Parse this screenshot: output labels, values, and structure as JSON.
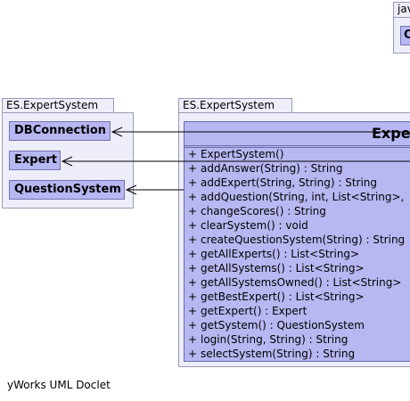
{
  "top_package": {
    "tab": "jav",
    "class_label": "C"
  },
  "left_package": {
    "name": "ES.ExpertSystem",
    "classes": [
      "DBConnection",
      "Expert",
      "QuestionSystem"
    ]
  },
  "main_package": {
    "name": "ES.ExpertSystem",
    "class_name": "Expert",
    "methods": [
      "ExpertSystem()",
      "addAnswer(String) : String",
      "addExpert(String, String) : String",
      "addQuestion(String, int, List<String>,",
      "changeScores() : String",
      "clearSystem() : void",
      "createQuestionSystem(String) : String",
      "getAllExperts() : List<String>",
      "getAllSystems() : List<String>",
      "getAllSystemsOwned() : List<String>",
      "getBestExpert() : List<String>",
      "getExpert() : Expert",
      "getSystem() : QuestionSystem",
      "login(String, String) : String",
      "selectSystem(String) : String"
    ],
    "visibility_symbol": "+"
  },
  "footer": "yWorks UML Doclet",
  "colors": {
    "package_fill": "#eeeefa",
    "class_fill": "#b7b7f2",
    "border": "#6a6aa8"
  }
}
